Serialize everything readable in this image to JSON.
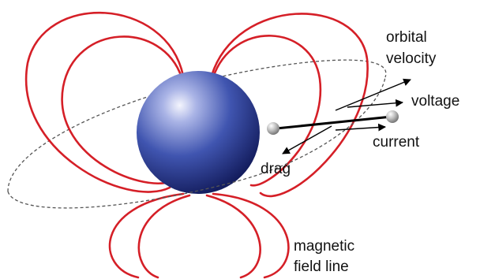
{
  "labels": {
    "orbital_line1": "orbital",
    "orbital_line2": "velocity",
    "voltage": "voltage",
    "current": "current",
    "drag": "drag",
    "magnetic_line1": "magnetic",
    "magnetic_line2": "field line"
  },
  "colors": {
    "planet_light": "#eef0fb",
    "planet_mid": "#4a5fb8",
    "planet_dark": "#141d5e",
    "field_line": "#d51f27",
    "orbit": "#555555",
    "tether": "#000000",
    "satellite": "#b9b9b9"
  }
}
